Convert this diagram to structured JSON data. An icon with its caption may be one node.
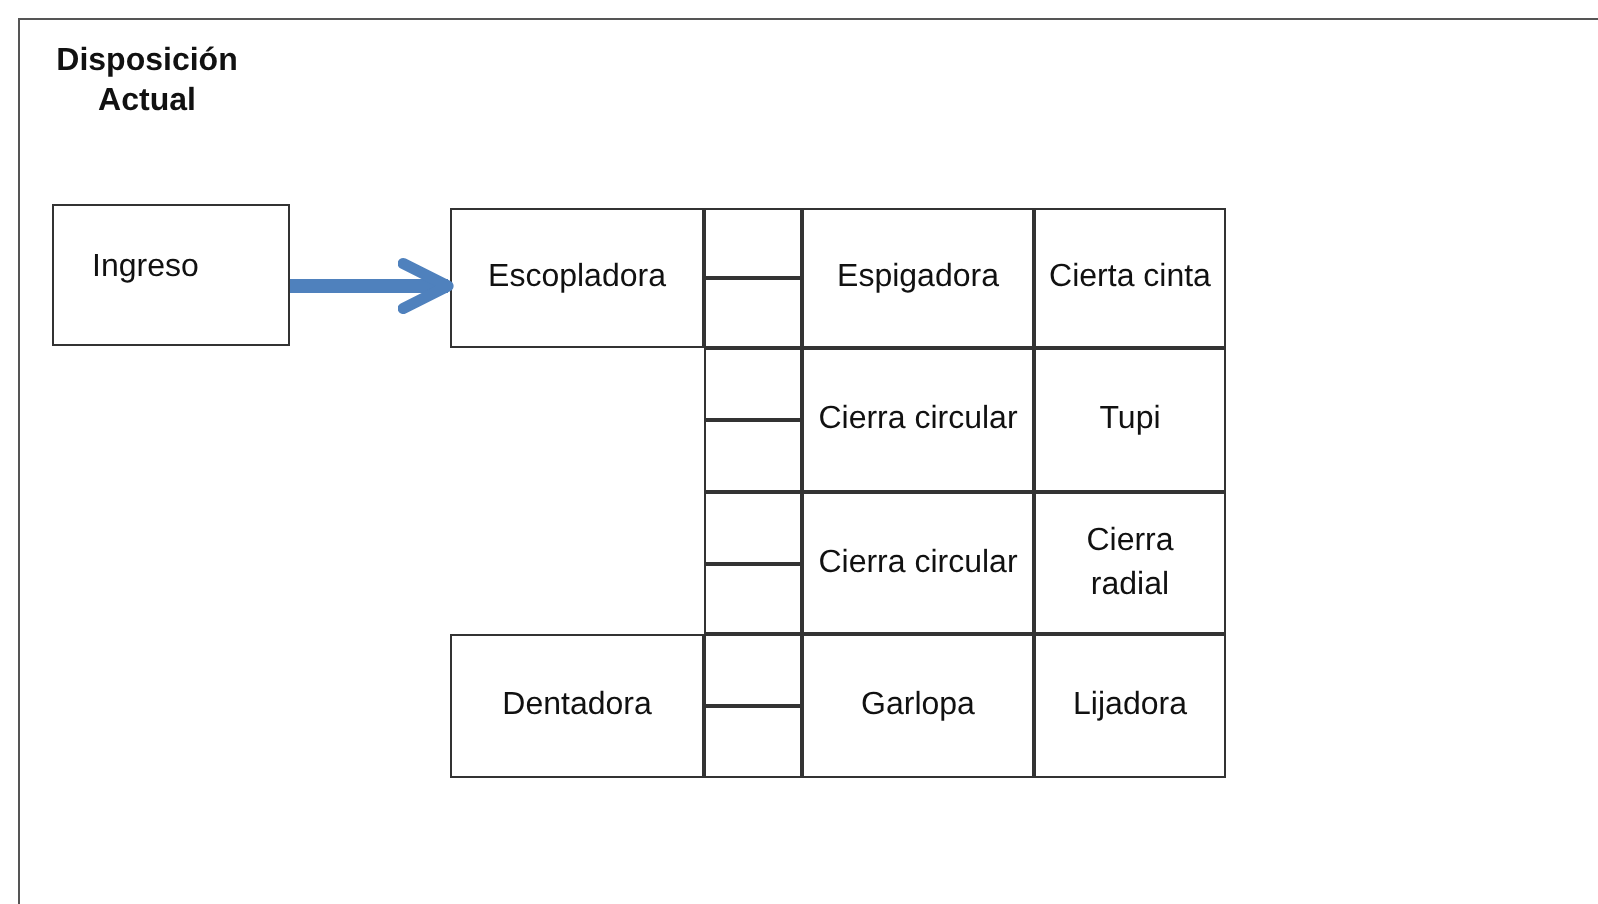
{
  "diagram": {
    "title": "Disposición Actual",
    "nodes": [
      {
        "text": [
          "Ingreso"
        ]
      },
      {
        "text": [
          "Escopladora"
        ]
      },
      {
        "text": [],
        "shape": "box"
      },
      {
        "text": [],
        "shape": "box"
      },
      {
        "text": [
          "Espigadora"
        ]
      },
      {
        "text": [
          "Cierta cinta"
        ]
      },
      {
        "text": [],
        "shape": "box"
      },
      {
        "text": [],
        "shape": "box"
      },
      {
        "text": [
          "Cierra circular"
        ]
      },
      {
        "text": [
          "Tupi"
        ]
      },
      {
        "text": [],
        "shape": "box"
      },
      {
        "text": [],
        "shape": "box"
      },
      {
        "text": [
          "Cierra circular"
        ]
      },
      {
        "text": [
          "Cierra radial"
        ]
      },
      {
        "text": [
          "Dentadora"
        ]
      },
      {
        "text": [],
        "shape": "box"
      },
      {
        "text": [],
        "shape": "box"
      },
      {
        "text": [
          "Garlopa"
        ]
      },
      {
        "text": [
          "Lijadora"
        ]
      }
    ],
    "edges": [
      {
        "from": 0,
        "to": 1,
        "arrow": "to",
        "color": "#4f81bd"
      }
    ]
  }
}
